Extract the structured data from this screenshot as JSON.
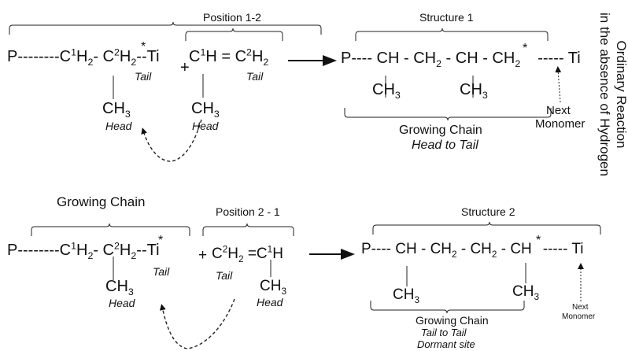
{
  "reaction1": {
    "reactant": {
      "prefix": "P--------C",
      "c1": "1",
      "h2a": "H",
      "sub2a": "2",
      "mid": "- C",
      "c2": "2",
      "h2b": "H",
      "sub2b": "2",
      "star": "*",
      "suffix": "--Ti",
      "ch3": "CH",
      "ch3_sub": "3",
      "head": "Head",
      "tail": "Tail"
    },
    "plus": "+",
    "position_label": "Position 1-2",
    "monomer": {
      "c": "C",
      "c1": "1",
      "eq": "H = C",
      "c2": "2",
      "h": "H",
      "h_sub": "2",
      "ch3": "CH",
      "ch3_sub": "3",
      "head": "Head",
      "tail": "Tail"
    },
    "structure_label": "Structure 1",
    "product": {
      "p1": "P---- CH - CH",
      "s1": "2",
      "p2": " - CH - CH",
      "s2": "2",
      "star": "*",
      "p3": "----- Ti",
      "ch3a": "CH",
      "ch3a_sub": "3",
      "ch3b": "CH",
      "ch3b_sub": "3"
    },
    "chain_label": "Growing Chain",
    "chain_sublabel": "Head to Tail",
    "next_monomer_line1": "Next",
    "next_monomer_line2": "Monomer"
  },
  "side_label": {
    "line1": "Ordinary Reaction",
    "line2": "in the absence of Hydrogen"
  },
  "reaction2": {
    "growing_chain_label": "Growing Chain",
    "reactant": {
      "prefix": "P--------C",
      "c1": "1",
      "h2a": "H",
      "sub2a": "2",
      "mid": "- C",
      "c2": "2",
      "h2b": "H",
      "sub2b": "2",
      "star": "*",
      "suffix": "--Ti",
      "ch3": "CH",
      "ch3_sub": "3",
      "head": "Head",
      "tail": "Tail"
    },
    "plus": "+",
    "position_label": "Position  2 - 1",
    "monomer": {
      "c": "C",
      "c2": "2",
      "h": "H",
      "h_sub": "2",
      "eq": " =C",
      "c1": "1",
      "h2": "H",
      "ch3": "CH",
      "ch3_sub": "3",
      "head": "Head",
      "tail": "Tail"
    },
    "structure_label": "Structure 2",
    "product": {
      "p1": "P---- CH - CH",
      "s1": "2",
      "p2": " - CH",
      "s2": "2",
      "p3": " - CH",
      "star": "*",
      "p4": "----- Ti",
      "ch3a": "CH",
      "ch3a_sub": "3",
      "ch3b": "CH",
      "ch3b_sub": "3"
    },
    "chain_label": "Growing Chain",
    "chain_sublabel1": "Tail to Tail",
    "chain_sublabel2": "Dormant site",
    "next_monomer_line1": "Next",
    "next_monomer_line2": "Monomer"
  }
}
